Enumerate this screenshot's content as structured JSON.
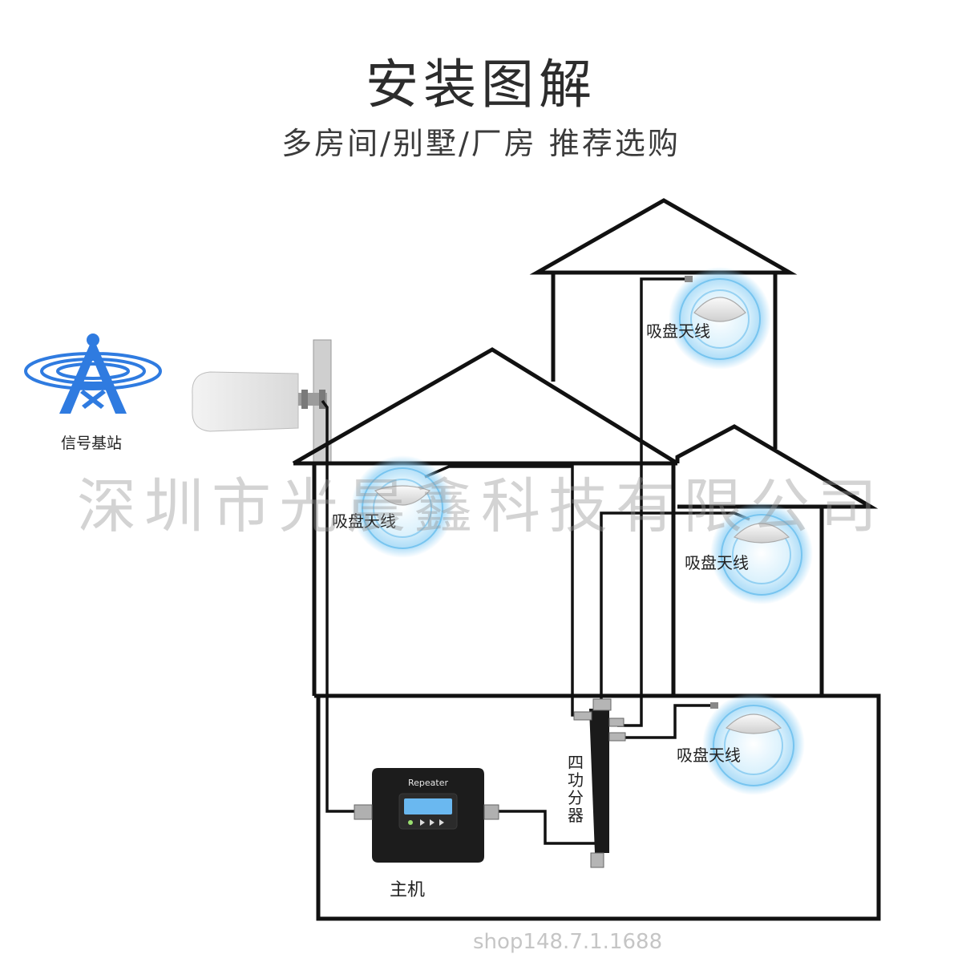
{
  "header": {
    "title": "安装图解",
    "subtitle": "多房间/别墅/厂房 推荐选购"
  },
  "labels": {
    "base_station": "信号基站",
    "ceiling_antenna": "吸盘天线",
    "splitter": "四功分器",
    "host": "主机",
    "repeater_brand": "Repeater"
  },
  "watermark": {
    "company": "深圳市光晨鑫科技有限公司",
    "shop": "shop148.7.1.1688"
  },
  "colors": {
    "line": "#111111",
    "signal_blue": "#2f7be0",
    "glow_blue": "#8fd0f5",
    "device": "#1c1c1c"
  }
}
